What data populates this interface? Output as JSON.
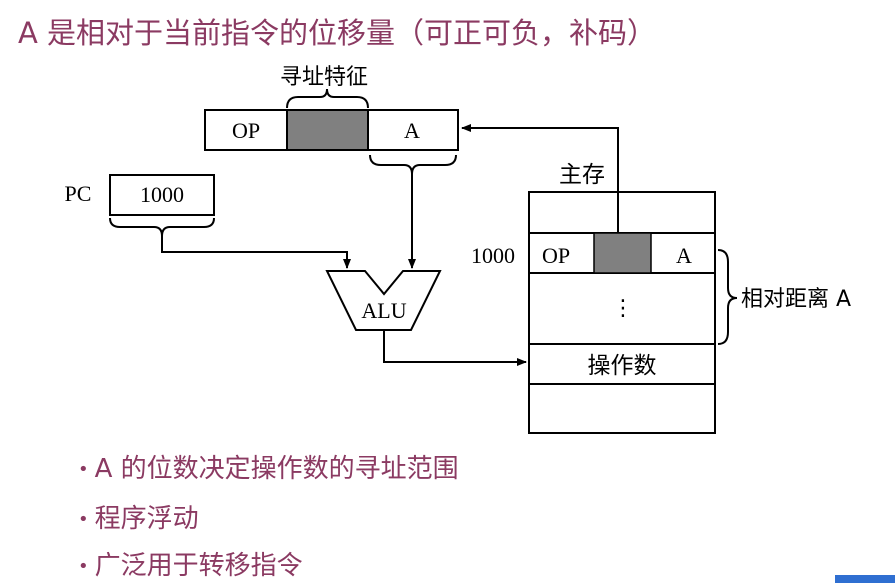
{
  "title": "A 是相对于当前指令的位移量（可正可负，补码）",
  "diagram": {
    "instruction": {
      "op": "OP",
      "a": "A"
    },
    "addressing_feature": "寻址特征",
    "pc_label": "PC",
    "pc_value": "1000",
    "alu": "ALU",
    "memory": {
      "label": "主存",
      "address": "1000",
      "op": "OP",
      "a": "A",
      "ellipsis": "⋮",
      "operand": "操作数"
    },
    "relative_distance": "相对距离 A"
  },
  "bullets": [
    "A 的位数决定操作数的寻址范围",
    "程序浮动",
    "广泛用于转移指令"
  ],
  "colors": {
    "title": "#8b3a62",
    "shade": "#808080"
  }
}
